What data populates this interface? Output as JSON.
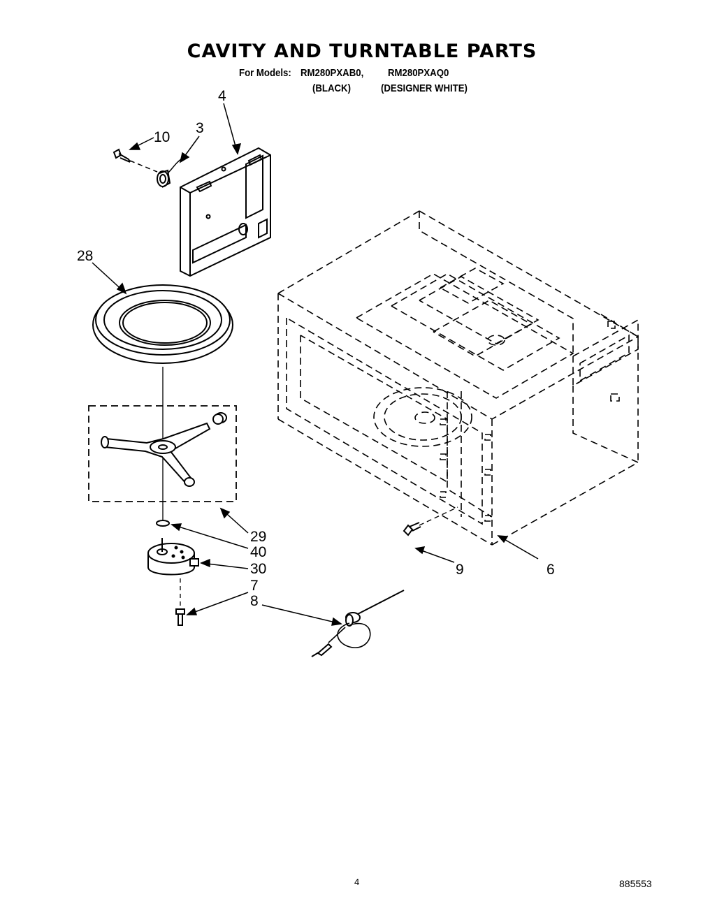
{
  "header": {
    "title": "CAVITY AND TURNTABLE PARTS",
    "models_label": "For Models:",
    "models": [
      {
        "number": "RM280PXAB0,",
        "color": "(BLACK)"
      },
      {
        "number": "RM280PXAQ0",
        "color": "(DESIGNER WHITE)"
      }
    ]
  },
  "callouts": {
    "c4": "4",
    "c3": "3",
    "c10": "10",
    "c28": "28",
    "c29": "29",
    "c40": "40",
    "c30": "30",
    "c7": "7",
    "c8": "8",
    "c9": "9",
    "c6": "6"
  },
  "footer": {
    "page_number": "4",
    "doc_number": "885553"
  }
}
